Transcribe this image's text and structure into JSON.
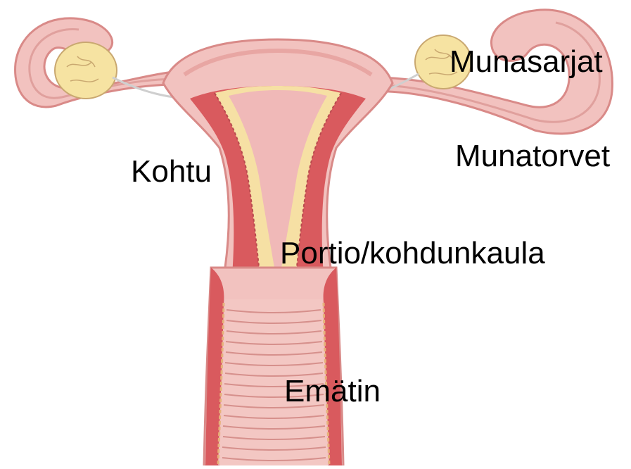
{
  "labels": {
    "ovaries": "Munasarjat",
    "fallopian_tubes": "Munatorvet",
    "uterus": "Kohtu",
    "cervix": "Portio/kohdunkaula",
    "vagina": "Emätin"
  },
  "colors": {
    "background": "#ffffff",
    "outer_tissue": "#f2c2bf",
    "outer_edge": "#d98a88",
    "muscle_wall": "#d95a5e",
    "inner_lining": "#f6e0a4",
    "cavity": "#f0b9b8",
    "ovary": "#f6e3a2",
    "vaginal_canal": "#f3c7c3",
    "label_text": "#000000"
  }
}
